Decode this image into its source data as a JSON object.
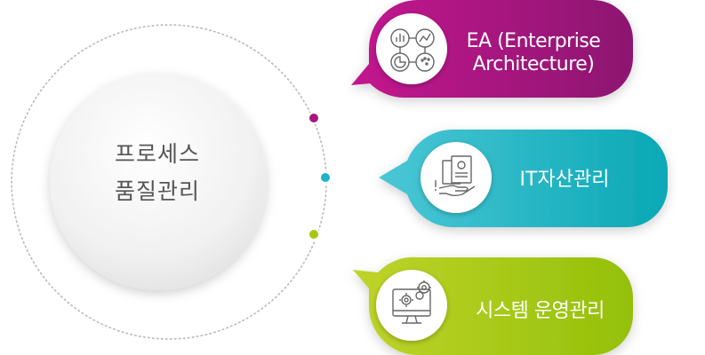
{
  "center": {
    "line1": "프로세스",
    "line2": "품질관리"
  },
  "items": [
    {
      "line1": "EA (Enterprise",
      "line2": "Architecture)",
      "color": "#a5167f",
      "icon": "analytics-dashboard-icon"
    },
    {
      "label": "IT자산관리",
      "color": "#1bb3c8",
      "icon": "asset-hand-document-icon"
    },
    {
      "label": "시스템 운영관리",
      "color": "#a6c80f",
      "icon": "monitor-gears-icon"
    }
  ],
  "colors": {
    "magenta": "#a5167f",
    "cyan": "#1bb3c8",
    "lime": "#a6c80f",
    "center_text": "#555555",
    "dotted_ring": "#b9b9b9"
  }
}
